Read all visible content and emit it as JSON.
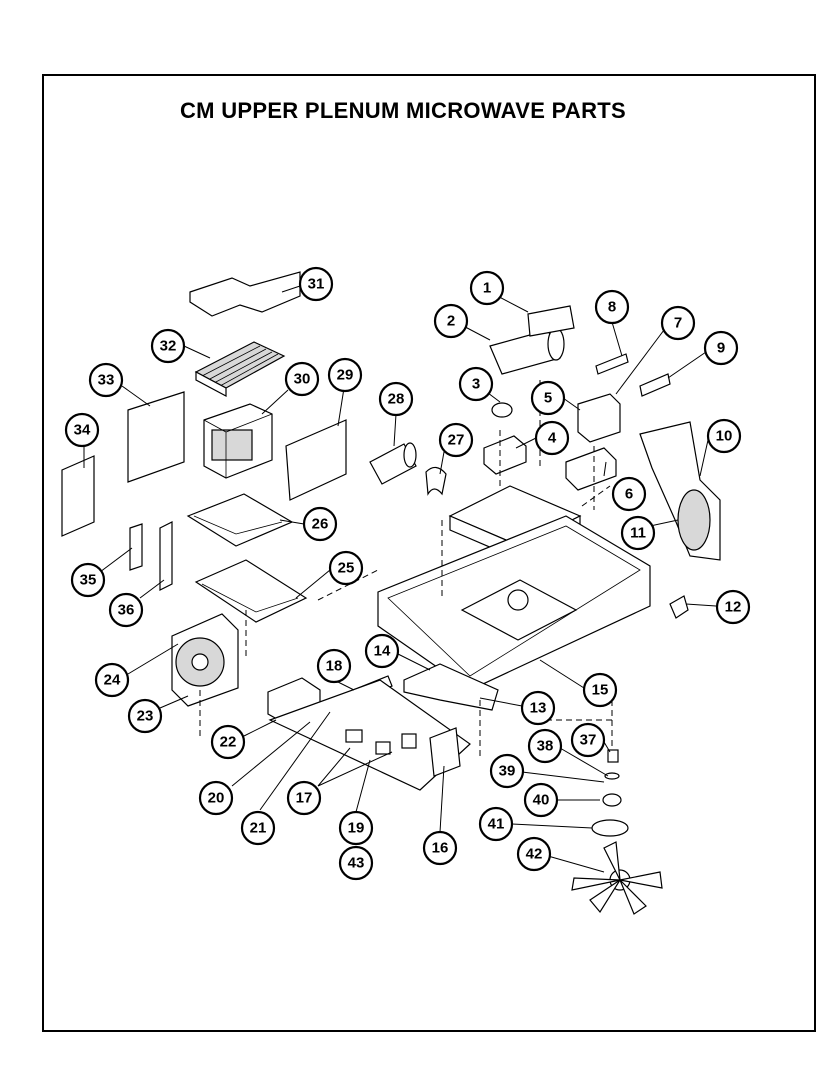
{
  "title": "CM UPPER PLENUM MICROWAVE PARTS",
  "callouts": [
    {
      "n": "1"
    },
    {
      "n": "2"
    },
    {
      "n": "3"
    },
    {
      "n": "4"
    },
    {
      "n": "5"
    },
    {
      "n": "6"
    },
    {
      "n": "7"
    },
    {
      "n": "8"
    },
    {
      "n": "9"
    },
    {
      "n": "10"
    },
    {
      "n": "11"
    },
    {
      "n": "12"
    },
    {
      "n": "13"
    },
    {
      "n": "14"
    },
    {
      "n": "15"
    },
    {
      "n": "16"
    },
    {
      "n": "17"
    },
    {
      "n": "18"
    },
    {
      "n": "19"
    },
    {
      "n": "20"
    },
    {
      "n": "21"
    },
    {
      "n": "22"
    },
    {
      "n": "23"
    },
    {
      "n": "24"
    },
    {
      "n": "25"
    },
    {
      "n": "26"
    },
    {
      "n": "27"
    },
    {
      "n": "28"
    },
    {
      "n": "29"
    },
    {
      "n": "30"
    },
    {
      "n": "31"
    },
    {
      "n": "32"
    },
    {
      "n": "33"
    },
    {
      "n": "34"
    },
    {
      "n": "35"
    },
    {
      "n": "36"
    },
    {
      "n": "37"
    },
    {
      "n": "38"
    },
    {
      "n": "39"
    },
    {
      "n": "40"
    },
    {
      "n": "41"
    },
    {
      "n": "42"
    },
    {
      "n": "43"
    }
  ]
}
